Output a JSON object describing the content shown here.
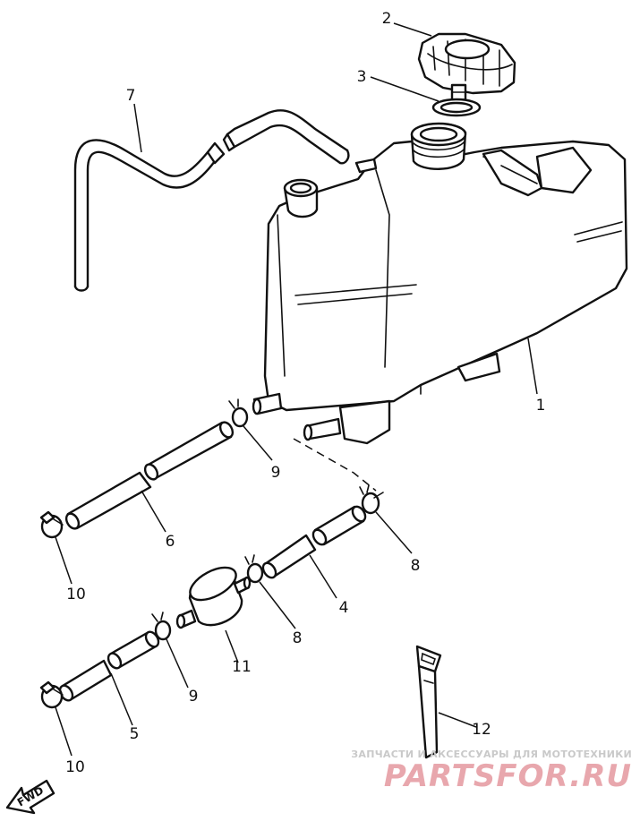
{
  "callouts": {
    "c1": "1",
    "c2": "2",
    "c3": "3",
    "c4": "4",
    "c5": "5",
    "c6": "6",
    "c7": "7",
    "c8a": "8",
    "c8b": "8",
    "c9a": "9",
    "c9b": "9",
    "c10a": "10",
    "c10b": "10",
    "c11": "11",
    "c12": "12"
  },
  "fwd_label": "FWD",
  "watermark": {
    "tagline": "ЗАПЧАСТИ И АКСЕССУАРЫ ДЛЯ МОТОТЕХНИКИ",
    "logo_text": "PARTSFOR.RU"
  },
  "colors": {
    "ink": "#111111",
    "watermark_logo": "#e8a7ad",
    "watermark_tagline": "#c9c9c9"
  }
}
